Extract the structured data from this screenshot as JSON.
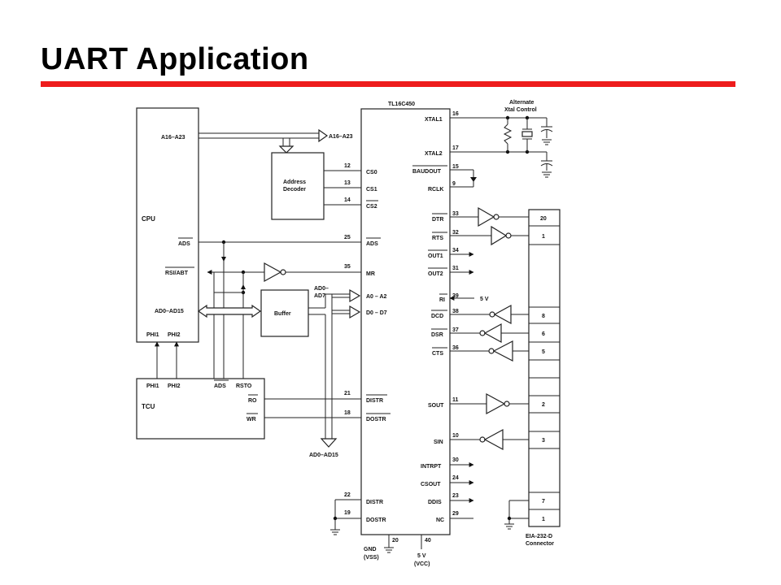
{
  "title": "UART Application",
  "colors": {
    "accent": "#ee1c1c",
    "line": "#222222"
  },
  "diagram": {
    "cpu": {
      "name": "CPU",
      "pins": {
        "a16_a23": "A16–A23",
        "ads": "ADS",
        "rsi_abt": "RSI/ABT",
        "ad0_ad15": "AD0–AD15",
        "phi1": "PHI1",
        "phi2": "PHI2"
      }
    },
    "tcu": {
      "name": "TCU",
      "pins": {
        "phi1": "PHI1",
        "phi2": "PHI2",
        "ads": "ADS",
        "rsto": "RSTO",
        "ro": "RO",
        "wr": "WR"
      }
    },
    "address_decoder": {
      "line1": "Address",
      "line2": "Decoder"
    },
    "buffer": {
      "name": "Buffer"
    },
    "bus_labels": {
      "a16_a23": "A16–A23",
      "ad0_ad7_1": "AD0–",
      "ad0_ad7_2": "AD7",
      "ad0_ad15": "AD0–AD15"
    },
    "chip": {
      "name": "TL16C450",
      "left_pins": [
        {
          "num": "12",
          "name": "CS0"
        },
        {
          "num": "13",
          "name": "CS1"
        },
        {
          "num": "14",
          "name": "CS2"
        },
        {
          "num": "25",
          "name": "ADS"
        },
        {
          "num": "35",
          "name": "MR"
        },
        {
          "num": "",
          "name": "A0 – A2"
        },
        {
          "num": "",
          "name": "D0 – D7"
        },
        {
          "num": "21",
          "name": "DISTR"
        },
        {
          "num": "18",
          "name": "DOSTR"
        },
        {
          "num": "22",
          "name": "DISTR"
        },
        {
          "num": "19",
          "name": "DOSTR"
        }
      ],
      "right_pins": [
        {
          "num": "16",
          "name": "XTAL1"
        },
        {
          "num": "17",
          "name": "XTAL2"
        },
        {
          "num": "15",
          "name": "BAUDOUT"
        },
        {
          "num": "9",
          "name": "RCLK"
        },
        {
          "num": "33",
          "name": "DTR"
        },
        {
          "num": "32",
          "name": "RTS"
        },
        {
          "num": "34",
          "name": "OUT1"
        },
        {
          "num": "31",
          "name": "OUT2"
        },
        {
          "num": "39",
          "name": "RI"
        },
        {
          "num": "38",
          "name": "DCD"
        },
        {
          "num": "37",
          "name": "DSR"
        },
        {
          "num": "36",
          "name": "CTS"
        },
        {
          "num": "11",
          "name": "SOUT"
        },
        {
          "num": "10",
          "name": "SIN"
        },
        {
          "num": "30",
          "name": "INTRPT"
        },
        {
          "num": "24",
          "name": "CSOUT"
        },
        {
          "num": "23",
          "name": "DDIS"
        },
        {
          "num": "29",
          "name": "NC"
        }
      ],
      "bottom": {
        "gnd_num": "20",
        "vcc_num": "40",
        "gnd_label_1": "GND",
        "gnd_label_2": "(VSS)",
        "vcc_label_1": "5 V",
        "vcc_label_2": "(VCC)"
      }
    },
    "ri_voltage": "5 V",
    "xtal": {
      "line1": "Alternate",
      "line2": "Xtal Control"
    },
    "connector": {
      "name_1": "EIA-232-D",
      "name_2": "Connector",
      "pins": [
        "20",
        "1",
        "8",
        "6",
        "5",
        "2",
        "3",
        "7",
        "1"
      ]
    }
  }
}
